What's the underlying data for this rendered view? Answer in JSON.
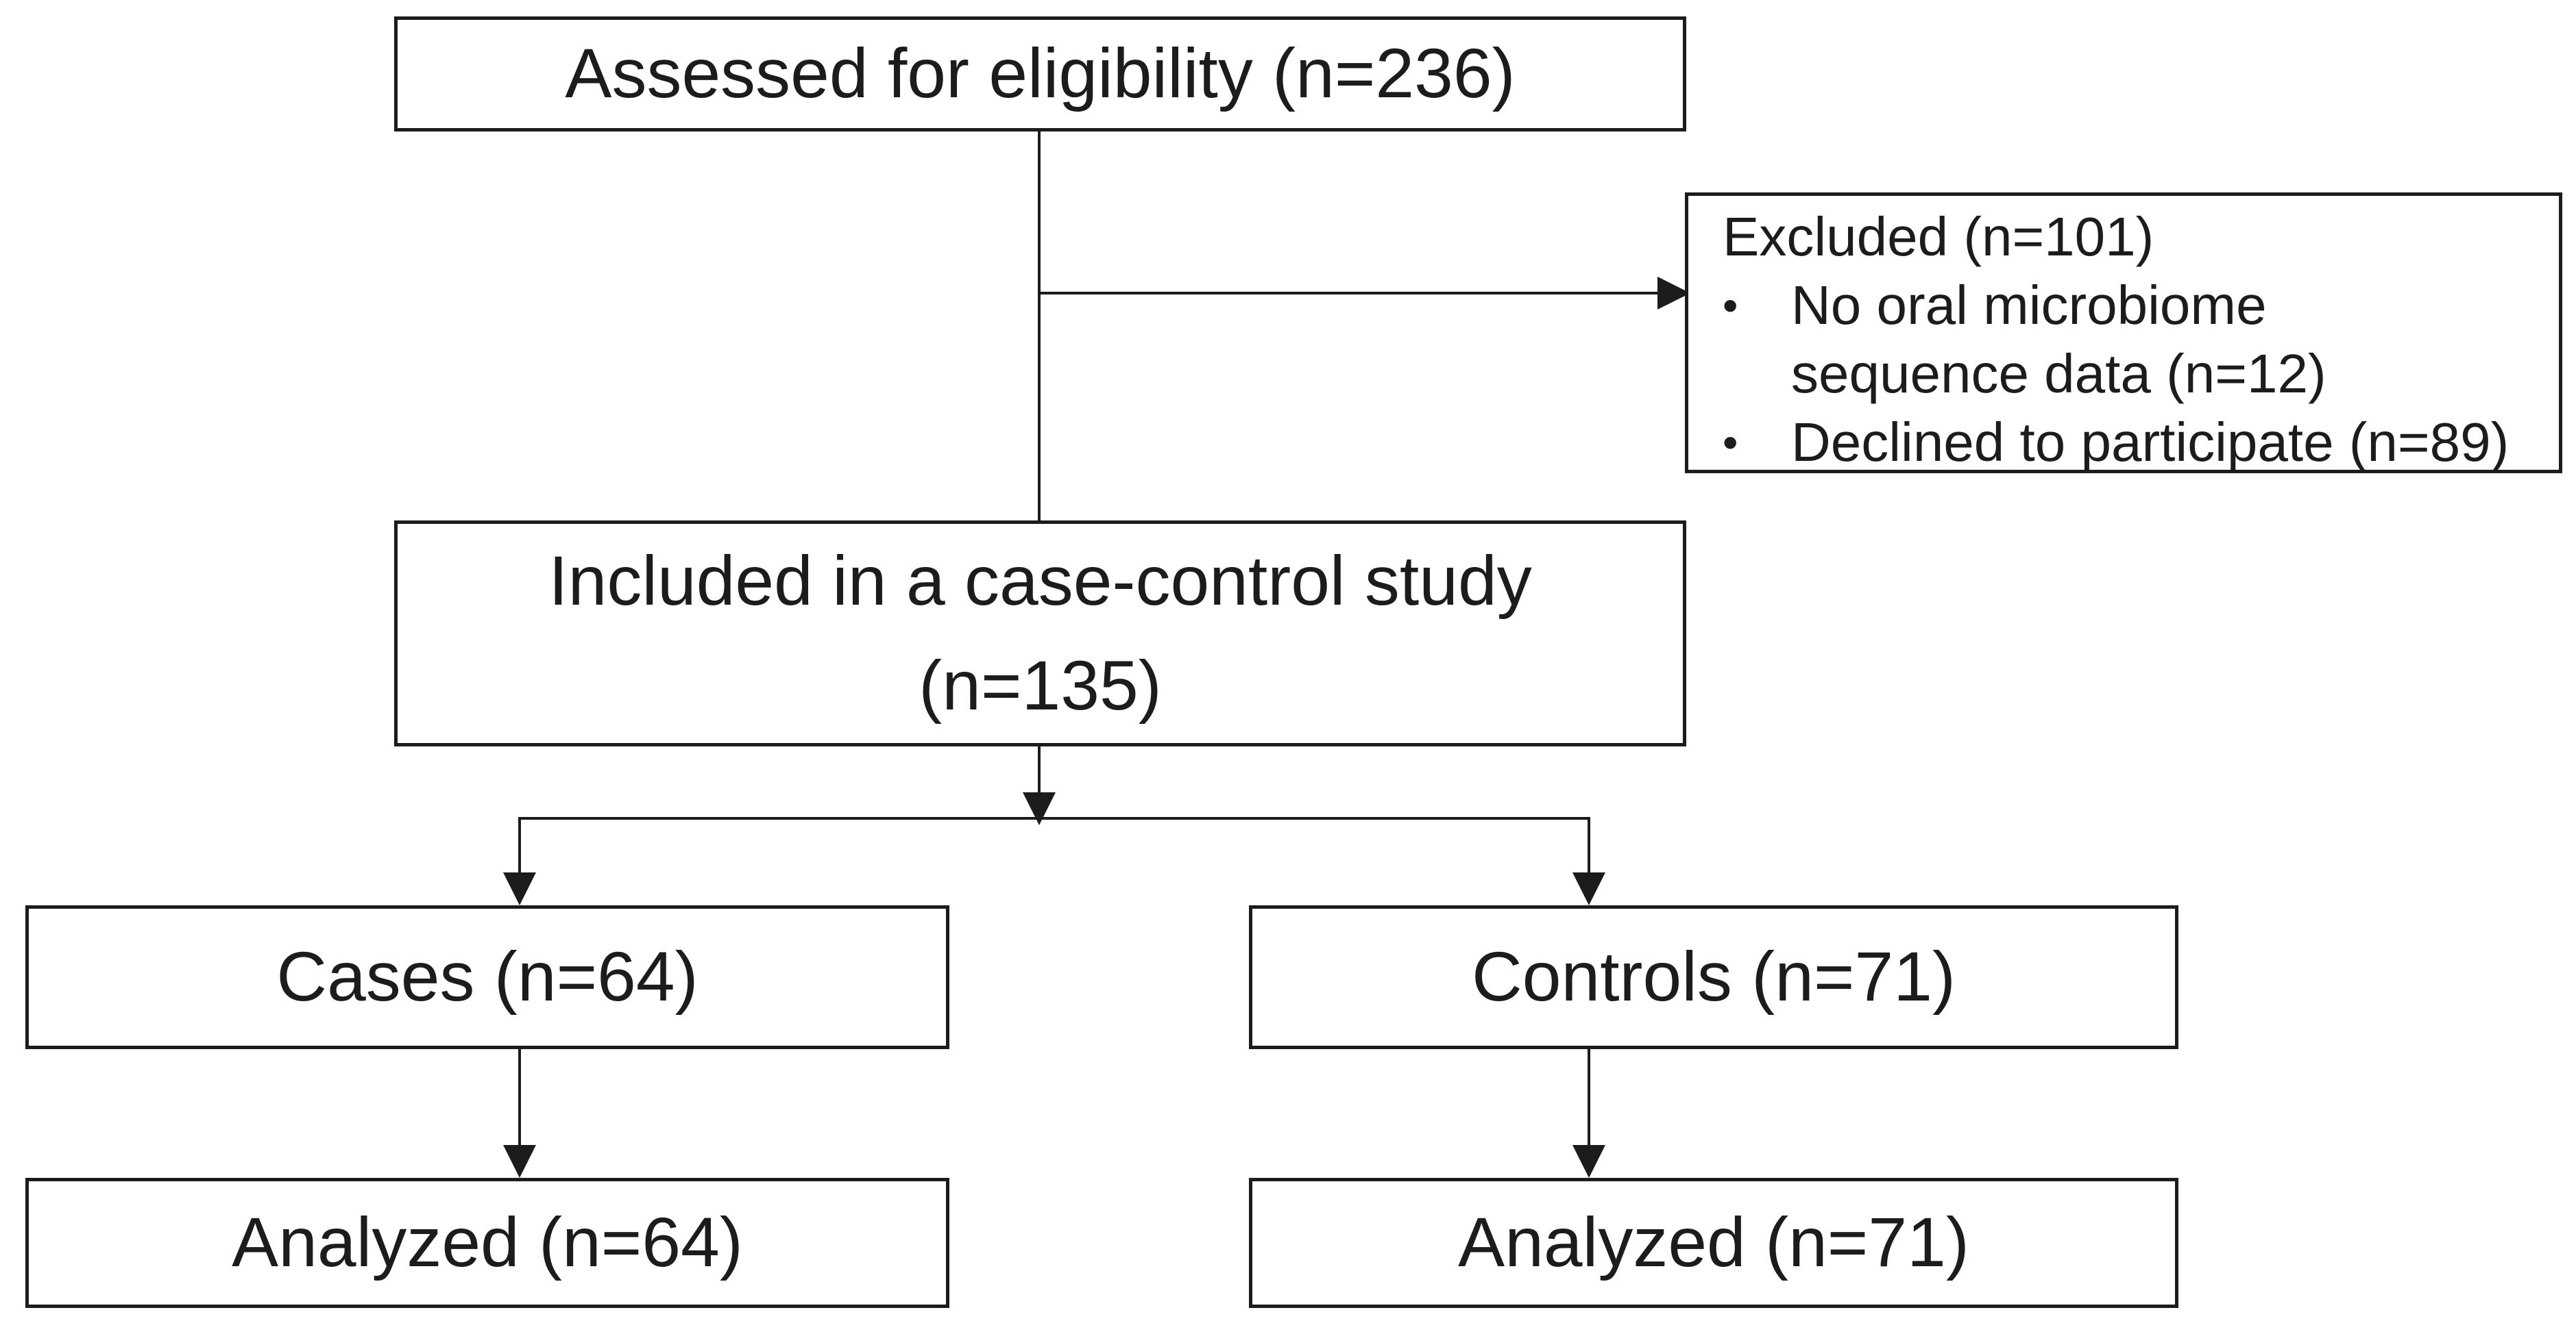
{
  "flow": {
    "bullet_glyph": "•",
    "assessed": {
      "label": "Assessed for eligibility (n=236)"
    },
    "excluded": {
      "title": "Excluded (n=101)",
      "bullets": [
        "No oral microbiome sequence data (n=12)",
        "Declined to participate (n=89)"
      ]
    },
    "included": {
      "line1": "Included in a case-control study",
      "line2": "(n=135)"
    },
    "cases": {
      "label": "Cases (n=64)"
    },
    "controls": {
      "label": "Controls (n=71)"
    },
    "analyzed_cases": {
      "label": "Analyzed (n=64)"
    },
    "analyzed_controls": {
      "label": "Analyzed (n=71)"
    },
    "colors": {
      "ink": "#1c1c1c",
      "background": "#ffffff"
    }
  }
}
